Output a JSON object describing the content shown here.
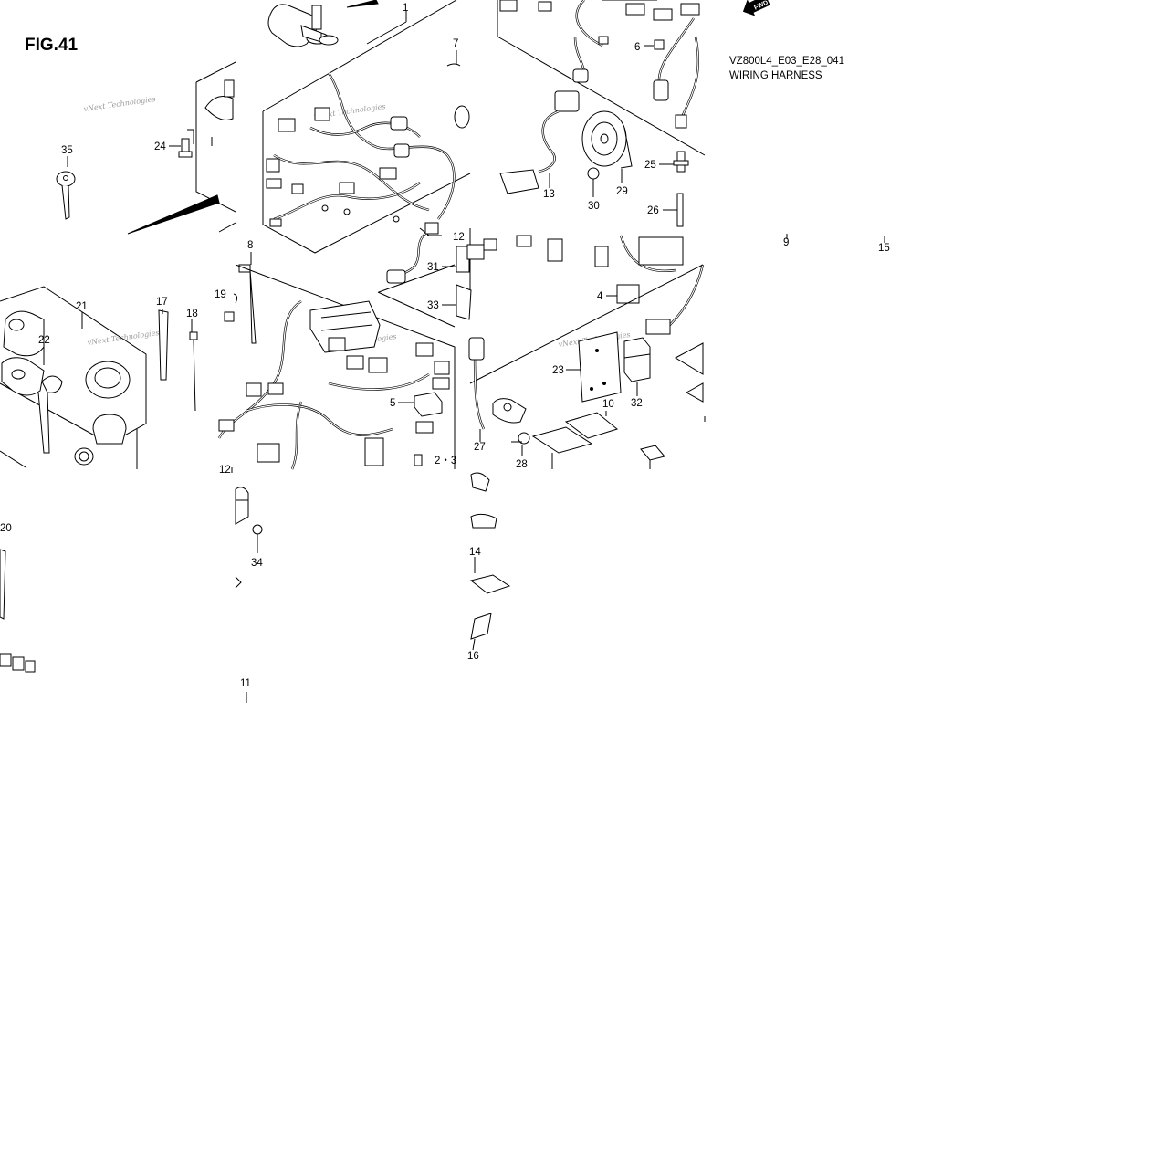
{
  "figure": {
    "number": "FIG.41",
    "model_code": "VZ800L4_E03_E28_041",
    "title": "WIRING HARNESS",
    "direction_badge": "FWD",
    "watermark": "vNext Technologies"
  },
  "callouts": [
    {
      "id": "1",
      "text": "1"
    },
    {
      "id": "2-3",
      "text": "2・3"
    },
    {
      "id": "4",
      "text": "4"
    },
    {
      "id": "5",
      "text": "5"
    },
    {
      "id": "6",
      "text": "6"
    },
    {
      "id": "7",
      "text": "7"
    },
    {
      "id": "8",
      "text": "8"
    },
    {
      "id": "9",
      "text": "9"
    },
    {
      "id": "10",
      "text": "10"
    },
    {
      "id": "11",
      "text": "11"
    },
    {
      "id": "12a",
      "text": "12"
    },
    {
      "id": "12b",
      "text": "12"
    },
    {
      "id": "13",
      "text": "13"
    },
    {
      "id": "14",
      "text": "14"
    },
    {
      "id": "15",
      "text": "15"
    },
    {
      "id": "16",
      "text": "16"
    },
    {
      "id": "17",
      "text": "17"
    },
    {
      "id": "18",
      "text": "18"
    },
    {
      "id": "19",
      "text": "19"
    },
    {
      "id": "20",
      "text": "20"
    },
    {
      "id": "21",
      "text": "21"
    },
    {
      "id": "22",
      "text": "22"
    },
    {
      "id": "23",
      "text": "23"
    },
    {
      "id": "24",
      "text": "24"
    },
    {
      "id": "25",
      "text": "25"
    },
    {
      "id": "26",
      "text": "26"
    },
    {
      "id": "27",
      "text": "27"
    },
    {
      "id": "28",
      "text": "28"
    },
    {
      "id": "29",
      "text": "29"
    },
    {
      "id": "30",
      "text": "30"
    },
    {
      "id": "31",
      "text": "31"
    },
    {
      "id": "32",
      "text": "32"
    },
    {
      "id": "33",
      "text": "33"
    },
    {
      "id": "34",
      "text": "34"
    },
    {
      "id": "35",
      "text": "35"
    }
  ]
}
